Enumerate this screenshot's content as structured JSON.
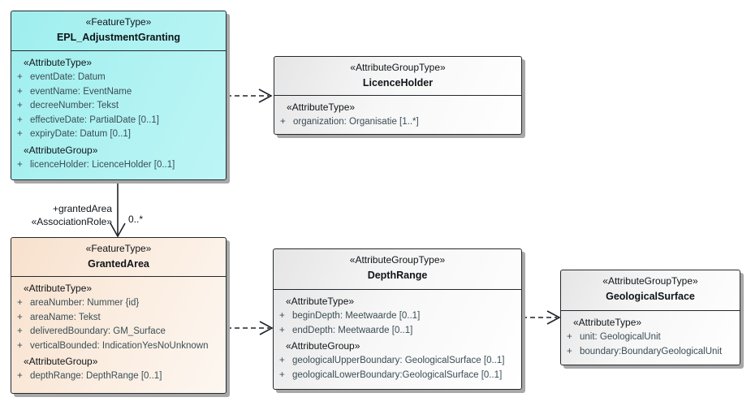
{
  "diagram": {
    "classes": [
      {
        "stereotype": "«FeatureType»",
        "name": "EPL_AdjustmentGranting",
        "fill": "#a9f1f0",
        "sections": [
          {
            "header": "«AttributeType»",
            "items": [
              {
                "vis": "+",
                "text": "eventDate: Datum"
              },
              {
                "vis": "+",
                "text": "eventName: EventName"
              },
              {
                "vis": "+",
                "text": "decreeNumber: Tekst"
              },
              {
                "vis": "+",
                "text": "effectiveDate: PartialDate [0..1]"
              },
              {
                "vis": "+",
                "text": "expiryDate: Datum [0..1]"
              }
            ]
          },
          {
            "header": "«AttributeGroup»",
            "items": [
              {
                "vis": "+",
                "text": "licenceHolder: LicenceHolder [0..1]"
              }
            ]
          }
        ]
      },
      {
        "stereotype": "«AttributeGroupType»",
        "name": "LicenceHolder",
        "fill": "#ececec",
        "sections": [
          {
            "header": "«AttributeType»",
            "items": [
              {
                "vis": "+",
                "text": "organization: Organisatie [1..*]"
              }
            ]
          }
        ]
      },
      {
        "stereotype": "«FeatureType»",
        "name": "GrantedArea",
        "fill": "#f9e3d0",
        "sections": [
          {
            "header": "«AttributeType»",
            "items": [
              {
                "vis": "+",
                "text": "areaNumber: Nummer {id}"
              },
              {
                "vis": "+",
                "text": "areaName: Tekst"
              },
              {
                "vis": "+",
                "text": "deliveredBoundary: GM_Surface"
              },
              {
                "vis": "+",
                "text": "verticalBounded: IndicationYesNoUnknown"
              }
            ]
          },
          {
            "header": "«AttributeGroup»",
            "items": [
              {
                "vis": "+",
                "text": "depthRange: DepthRange [0..1]"
              }
            ]
          }
        ]
      },
      {
        "stereotype": "«AttributeGroupType»",
        "name": "DepthRange",
        "fill": "#ececec",
        "sections": [
          {
            "header": "«AttributeType»",
            "items": [
              {
                "vis": "+",
                "text": "beginDepth: Meetwaarde [0..1]"
              },
              {
                "vis": "+",
                "text": "endDepth: Meetwaarde [0..1]"
              }
            ]
          },
          {
            "header": "«AttributeGroup»",
            "items": [
              {
                "vis": "+",
                "text": "geologicalUpperBoundary: GeologicalSurface [0..1]"
              },
              {
                "vis": "+",
                "text": "geologicalLowerBoundary:GeologicalSurface [0..1]"
              }
            ]
          }
        ]
      },
      {
        "stereotype": "«AttributeGroupType»",
        "name": "GeologicalSurface",
        "fill": "#ececec",
        "sections": [
          {
            "header": "«AttributeType»",
            "items": [
              {
                "vis": "+",
                "text": "unit: GeologicalUnit"
              },
              {
                "vis": "+",
                "text": "boundary:BoundaryGeologicalUnit"
              }
            ]
          }
        ]
      }
    ],
    "association": {
      "role": "+grantedArea",
      "stereotype": "«AssociationRole»",
      "multiplicity": "0..*"
    },
    "colors": {
      "feature_type_cyan": "#a9f1f0",
      "feature_type_peach": "#f9e3d0",
      "attribute_group_gray": "#ececec",
      "attribute_text": "#3a4d55",
      "line": "#1f2428",
      "shadow": "#a8a8a8"
    }
  }
}
